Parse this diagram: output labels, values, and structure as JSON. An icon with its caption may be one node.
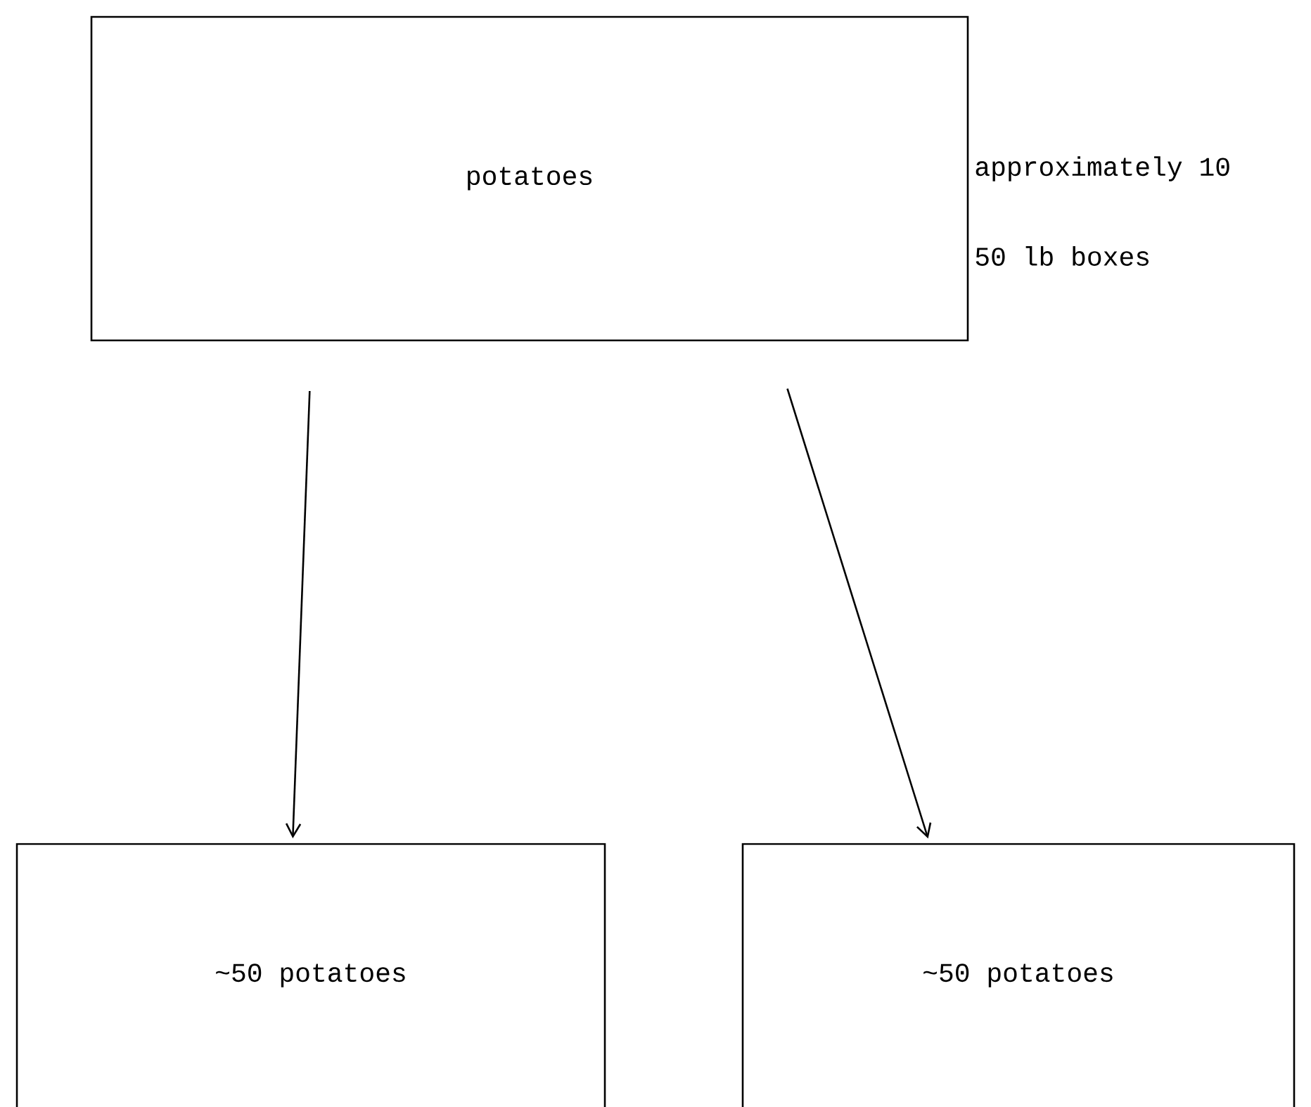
{
  "diagram": {
    "nodes": [
      {
        "text": [
          "potatoes"
        ],
        "beside": [
          "approximately 10",
          "50 lb boxes"
        ]
      },
      {
        "text": [
          "~50 potatoes"
        ]
      },
      {
        "text": [
          "~50 potatoes"
        ]
      }
    ],
    "edges": [
      {
        "from": 0,
        "to": 1,
        "arrow": "to"
      },
      {
        "from": 0,
        "to": 2,
        "arrow": "to"
      }
    ]
  }
}
